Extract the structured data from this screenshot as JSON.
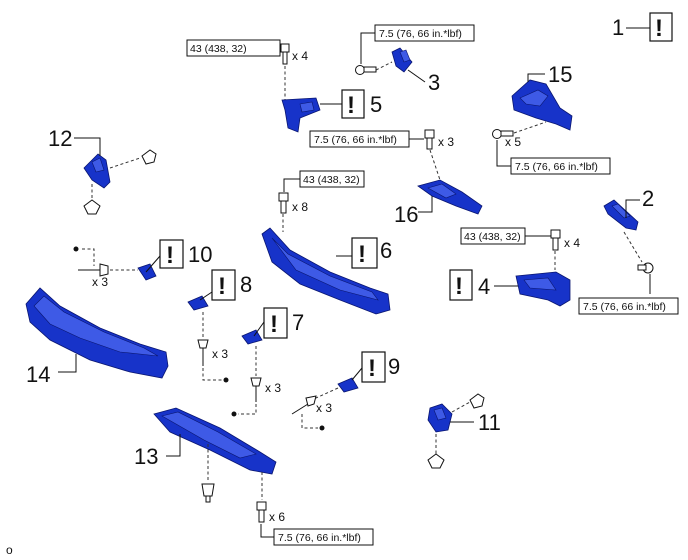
{
  "diagram_code": "o",
  "torques": {
    "t43_top": "43 (438, 32)",
    "t75_top": "7.5 (76, 66 in.*lbf)",
    "t75_mid": "7.5 (76, 66 in.*lbf)",
    "t75_right": "7.5 (76, 66 in.*lbf)",
    "t43_center": "43 (438, 32)",
    "t43_right": "43 (438, 32)",
    "t75_rightlow": "7.5 (76, 66 in.*lbf)",
    "t75_bottom": "7.5 (76, 66 in.*lbf)"
  },
  "quantities": {
    "q_t43_top": "x 4",
    "q_mid": "x 3",
    "q_right": "x 5",
    "q_center": "x 8",
    "q_right43": "x 4",
    "q_10": "x 3",
    "q_8": "x 3",
    "q_7": "x 3",
    "q_9": "x 3",
    "q_bottom": "x 6"
  },
  "warning_glyph": "!",
  "callouts": [
    "1",
    "2",
    "3",
    "4",
    "5",
    "6",
    "7",
    "8",
    "9",
    "10",
    "11",
    "12",
    "13",
    "14",
    "15",
    "16"
  ]
}
